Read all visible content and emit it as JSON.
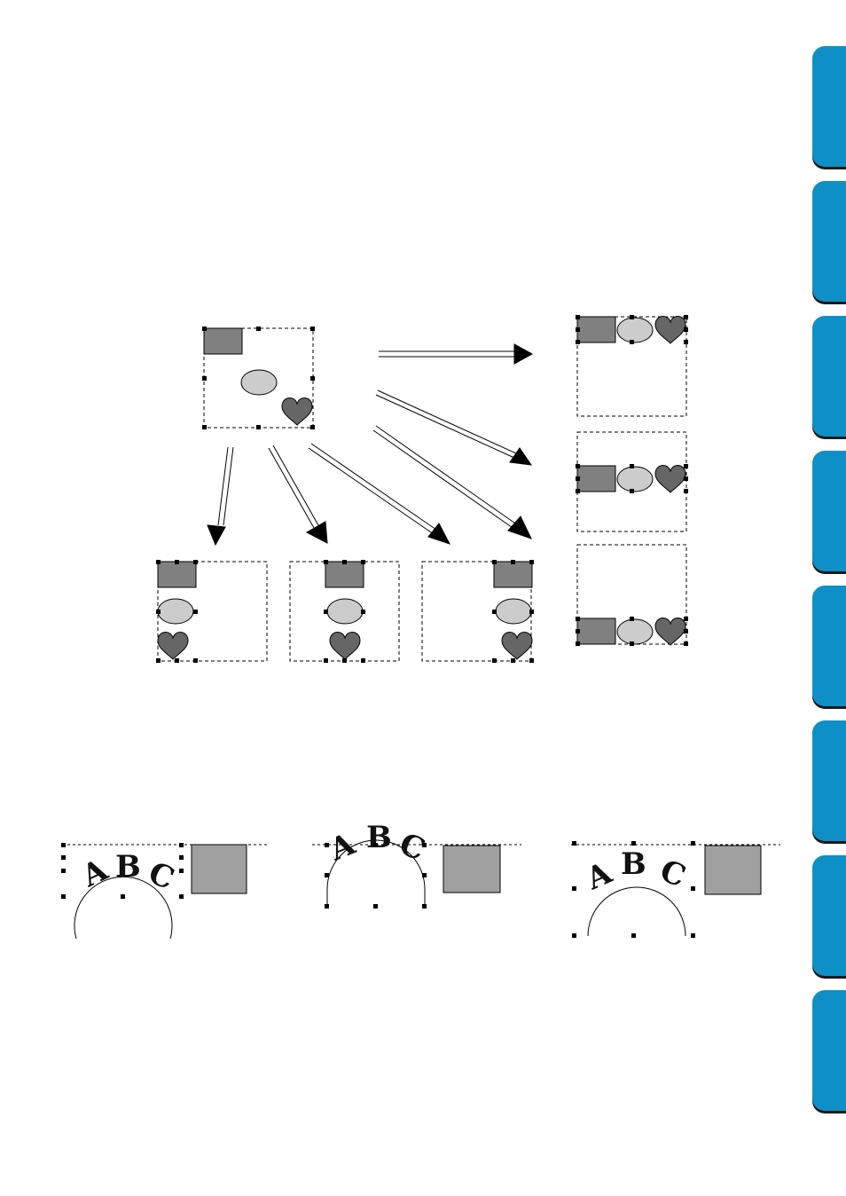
{
  "side_tabs": {
    "count": 8,
    "color": "#0e8fc6"
  },
  "align_diagram": {
    "shape_colors": {
      "rectangle": "#808080",
      "ellipse": "#cccccc",
      "heart": "#666666"
    }
  },
  "curved_text_diagrams": [
    {
      "letters": [
        "A",
        "B",
        "C"
      ]
    },
    {
      "letters": [
        "A",
        "B",
        "C"
      ]
    },
    {
      "letters": [
        "A",
        "B",
        "C"
      ]
    }
  ],
  "square_color": "#a0a0a0"
}
